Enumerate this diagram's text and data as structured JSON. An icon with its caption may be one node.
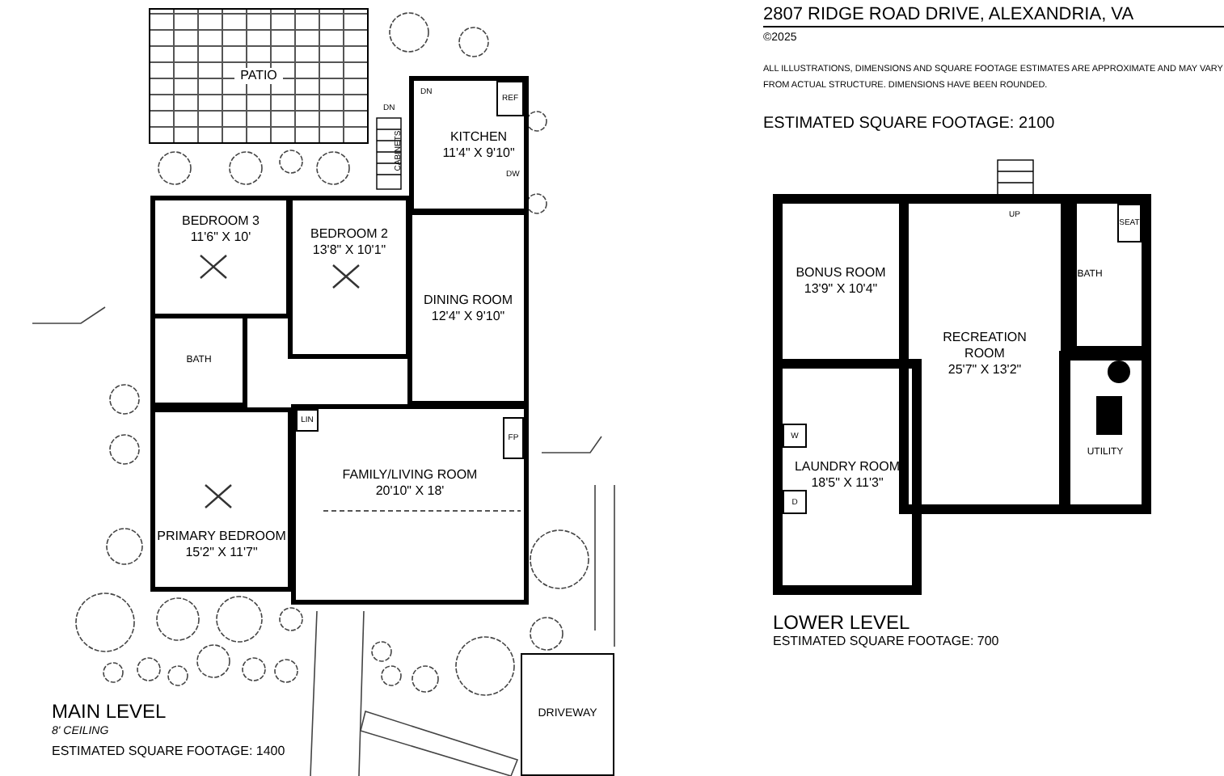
{
  "diagram": {
    "title": "2807 RIDGE ROAD DRIVE, ALEXANDRIA, VA",
    "nodes": [
      {
        "text": [
          "PATIO"
        ]
      },
      {
        "text": [
          "KITCHEN",
          "11'4\" X 9'10\""
        ]
      },
      {
        "text": [
          "REF"
        ],
        "in": 1
      },
      {
        "text": [
          "BEDROOM 3",
          "11'6\" X 10'"
        ]
      },
      {
        "text": [
          "BEDROOM 2",
          "13'8\" X 10'1\""
        ]
      },
      {
        "text": [
          "DINING ROOM",
          "12'4\" X 9'10\""
        ]
      },
      {
        "text": [
          "BATH"
        ]
      },
      {
        "text": [
          "LIN"
        ],
        "in": 9
      },
      {
        "text": [
          "FP"
        ],
        "in": 9
      },
      {
        "text": [
          "FAMILY/LIVING ROOM",
          "20'10\" X 18'"
        ]
      },
      {
        "text": [
          "PRIMARY BEDROOM",
          "15'2\" X 11'7\""
        ]
      },
      {
        "text": [
          "DRIVEWAY"
        ]
      },
      {
        "text": [
          "BONUS ROOM",
          "13'9\" X 10'4\""
        ]
      },
      {
        "text": [
          "RECREATION ROOM",
          "25'7\" X 13'2\""
        ]
      },
      {
        "text": [
          "BATH"
        ]
      },
      {
        "text": [
          "SEAT"
        ],
        "in": 14
      },
      {
        "text": [
          "UTILITY"
        ]
      },
      {
        "text": [
          "LAUNDRY ROOM",
          "18'5\" X 11'3\""
        ]
      },
      {
        "text": [
          "W"
        ],
        "in": 17
      },
      {
        "text": [
          "D"
        ],
        "in": 17
      }
    ],
    "labels": [
      "©2025",
      "ALL ILLUSTRATIONS, DIMENSIONS AND SQUARE FOOTAGE ESTIMATES ARE APPROXIMATE AND MAY VARY FROM ACTUAL STRUCTURE. DIMENSIONS HAVE BEEN ROUNDED.",
      "ESTIMATED SQUARE FOOTAGE: 2100",
      "DN",
      "DN",
      "CABINETS",
      "DW",
      "UP",
      "MAIN LEVEL",
      "8' CEILING",
      "ESTIMATED SQUARE FOOTAGE: 1400",
      "LOWER LEVEL",
      "ESTIMATED SQUARE FOOTAGE: 700"
    ]
  }
}
